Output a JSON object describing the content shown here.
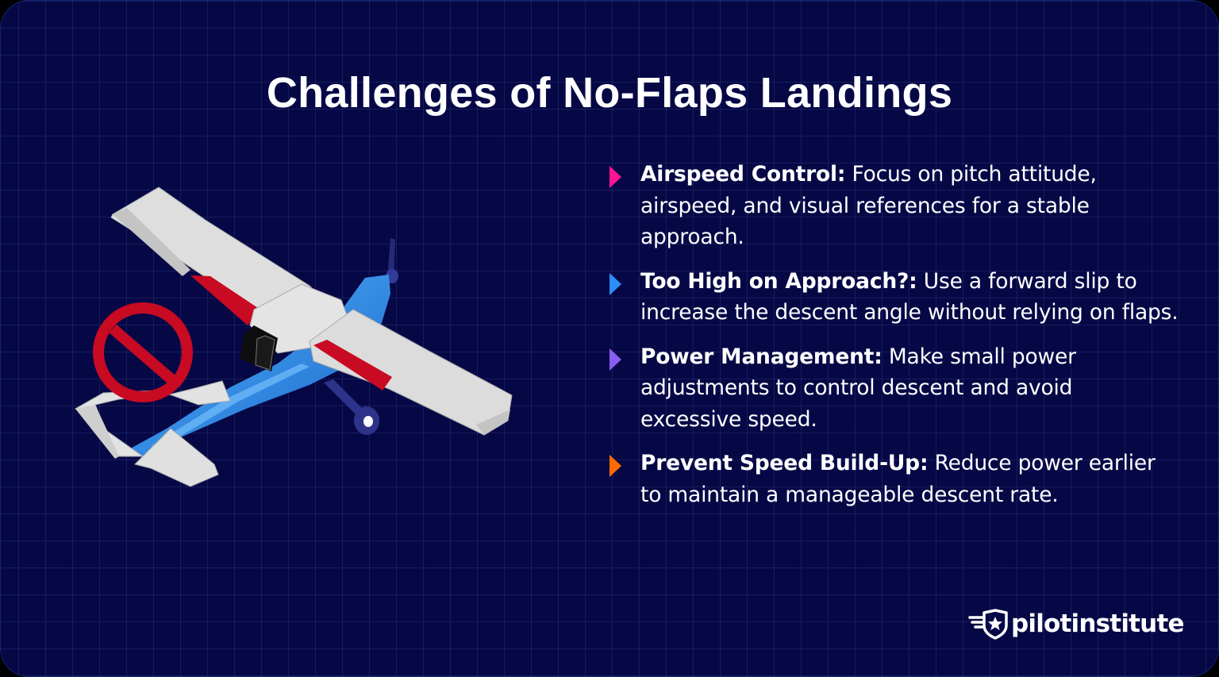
{
  "title": "Challenges of No-Flaps Landings",
  "colors": {
    "background": "#060846",
    "grid_line": "#2a3274",
    "text": "#ffffff",
    "wing_red": "#c80a22",
    "fuselage_blue": "#3a9cf0",
    "no_sign_red": "#c80a22"
  },
  "illustration": {
    "subject": "airplane-icon",
    "overlay": "no-symbol-icon"
  },
  "points": [
    {
      "label": "Airspeed Control:",
      "text": " Focus on pitch attitude, airspeed, and visual references for a stable approach.",
      "bullet_color": "#ff1493"
    },
    {
      "label": "Too High on Approach?:",
      "text": " Use a forward slip to increase the descent angle without relying on flaps.",
      "bullet_color": "#2b8ff5"
    },
    {
      "label": "Power Management:",
      "text": " Make small power adjustments to control descent and avoid excessive speed.",
      "bullet_color": "#8a5cf0"
    },
    {
      "label": "Prevent Speed Build-Up:",
      "text": " Reduce power earlier to maintain a manageable descent rate.",
      "bullet_color": "#ff6a00"
    }
  ],
  "brand": {
    "name": "pilotinstitute"
  }
}
